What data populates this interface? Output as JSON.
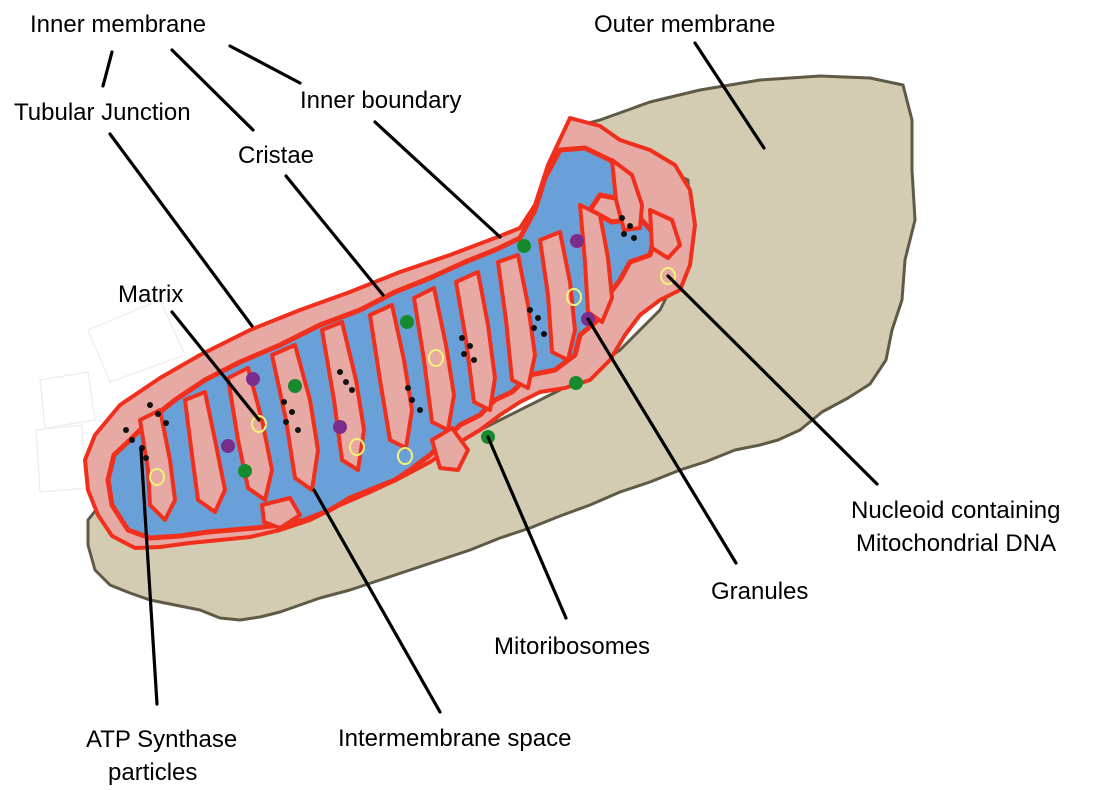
{
  "diagram": {
    "labels": {
      "inner_membrane": "Inner membrane",
      "outer_membrane": "Outer membrane",
      "inner_boundary": "Inner boundary",
      "tubular_junction": "Tubular Junction",
      "cristae": "Cristae",
      "matrix": "Matrix",
      "nucleoid_line1": "Nucleoid containing",
      "nucleoid_line2": "Mitochondrial DNA",
      "granules": "Granules",
      "mitoribosomes": "Mitoribosomes",
      "intermembrane_space": "Intermembrane space",
      "atp_line1": "ATP Synthase",
      "atp_line2": "particles"
    },
    "colors": {
      "outer_membrane_fill": "#d3ccb3",
      "outer_membrane_stroke": "#5f5a46",
      "intermembrane_fill": "#e7a9a4",
      "inner_membrane_stroke": "#f0301c",
      "matrix_fill": "#6aa0d8",
      "granule": "#7b2d8e",
      "mitoribosome": "#188a2e",
      "nucleoid": "#f2f27a",
      "atp_particle": "#111111"
    }
  }
}
